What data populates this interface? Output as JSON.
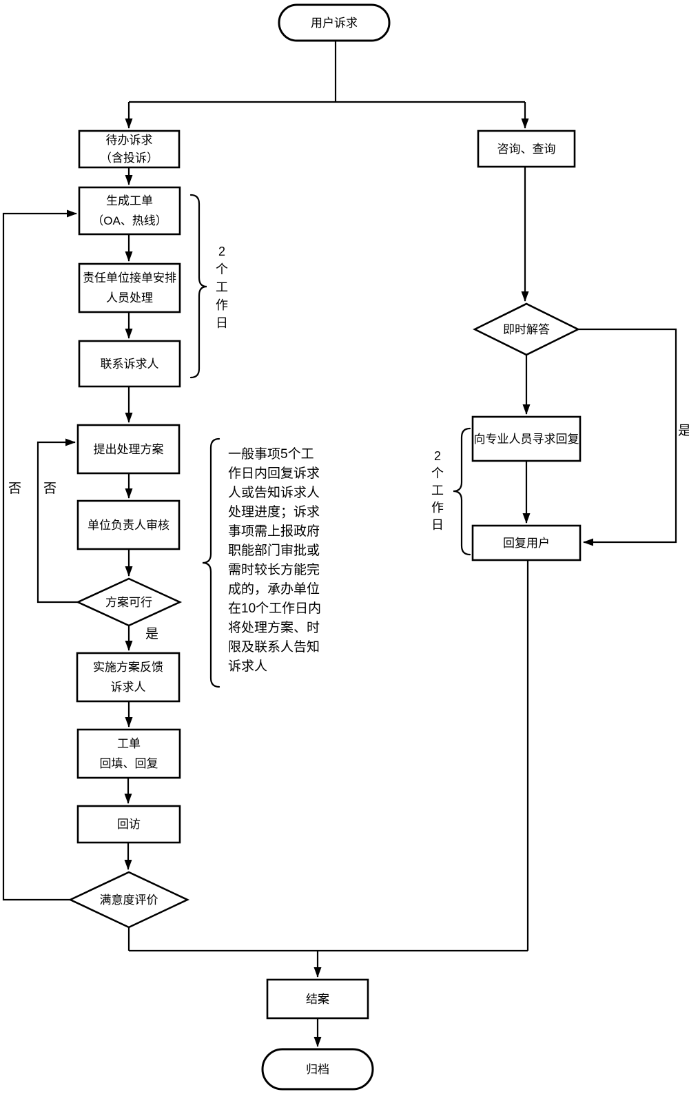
{
  "nodes": {
    "start": "用户诉求",
    "pending": "待办诉求\n（含投诉）",
    "consult": "咨询、查询",
    "create_order": "生成工单\n（OA、热线）",
    "assign": "责任单位接单安排\n人员处理",
    "contact": "联系诉求人",
    "propose": "提出处理方案",
    "review": "单位负责人审核",
    "feasible": "方案可行",
    "implement": "实施方案反馈\n诉求人",
    "fill_reply": "工单\n回填、回复",
    "revisit": "回访",
    "satisfaction": "满意度评价",
    "close_case": "结案",
    "archive": "归档",
    "instant_answer": "即时解答",
    "seek_professional": "向专业人员寻求回复",
    "reply_user": "回复用户"
  },
  "edge_labels": {
    "feasible_yes": "是",
    "feasible_no": "否",
    "satisfaction_no": "否",
    "instant_yes": "是"
  },
  "braces": {
    "left_workdays": "2个工作日",
    "right_workdays": "2个工作日"
  },
  "annotation": "一般事项5个工\n作日内回复诉求\n人或告知诉求人\n处理进度；诉求\n事项需上报政府\n职能部门审批或\n需时较长方能完\n成的，承办单位\n在10个工作日内\n将处理方案、时\n限及联系人告知\n诉求人",
  "colors": {
    "line": "#000000",
    "background": "#ffffff",
    "shape_fill": "#ffffff",
    "text": "#000000"
  }
}
